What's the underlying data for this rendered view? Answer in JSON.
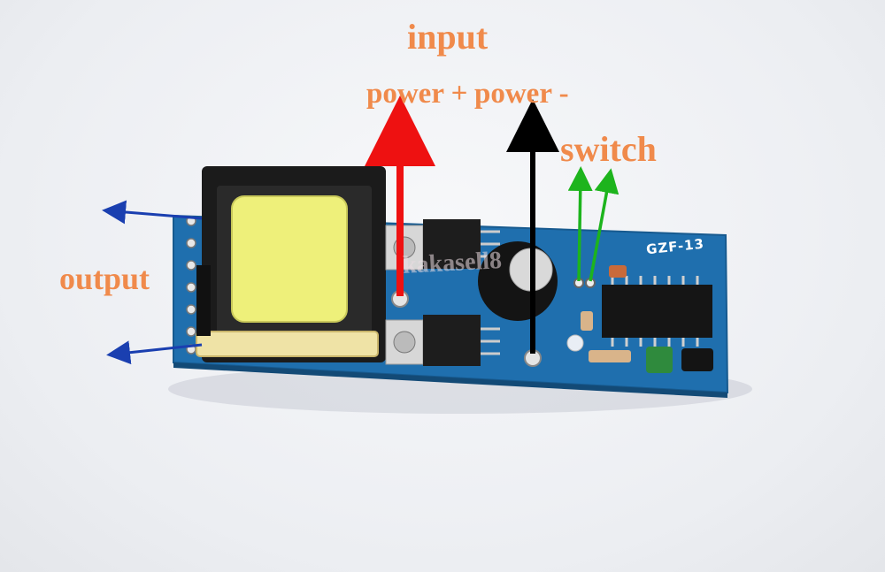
{
  "labels": {
    "input": "input",
    "power_plus": "power +",
    "power_minus": "power -",
    "switch": "switch",
    "output": "output"
  },
  "board": {
    "model_label": "GZF-13",
    "watermark": "kakasell8"
  },
  "colors": {
    "label_orange": "#f08a4b",
    "arrow_power_plus": "#ee1111",
    "arrow_power_minus": "#000000",
    "arrow_switch": "#1db41d",
    "arrow_output": "#1a3fb0",
    "pcb_blue": "#1f6fae"
  }
}
